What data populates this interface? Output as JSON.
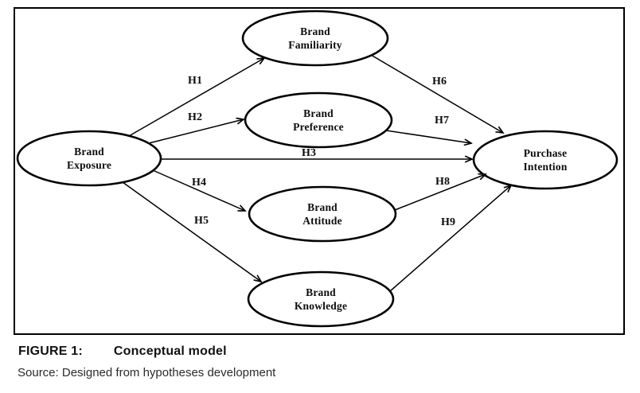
{
  "diagram": {
    "nodes": {
      "brand_exposure": {
        "line1": "Brand",
        "line2": "Exposure"
      },
      "brand_familiarity": {
        "line1": "Brand",
        "line2": "Familiarity"
      },
      "brand_preference": {
        "line1": "Brand",
        "line2": "Preference"
      },
      "brand_attitude": {
        "line1": "Brand",
        "line2": "Attitude"
      },
      "brand_knowledge": {
        "line1": "Brand",
        "line2": "Knowledge"
      },
      "purchase_intention": {
        "line1": "Purchase",
        "line2": "Intention"
      }
    },
    "hypotheses": {
      "h1": "H1",
      "h2": "H2",
      "h3": "H3",
      "h4": "H4",
      "h5": "H5",
      "h6": "H6",
      "h7": "H7",
      "h8": "H8",
      "h9": "H9"
    },
    "edges": [
      {
        "id": "H1",
        "from": "brand_exposure",
        "to": "brand_familiarity"
      },
      {
        "id": "H2",
        "from": "brand_exposure",
        "to": "brand_preference"
      },
      {
        "id": "H3",
        "from": "brand_exposure",
        "to": "purchase_intention"
      },
      {
        "id": "H4",
        "from": "brand_exposure",
        "to": "brand_attitude"
      },
      {
        "id": "H5",
        "from": "brand_exposure",
        "to": "brand_knowledge"
      },
      {
        "id": "H6",
        "from": "brand_familiarity",
        "to": "purchase_intention"
      },
      {
        "id": "H7",
        "from": "brand_preference",
        "to": "purchase_intention"
      },
      {
        "id": "H8",
        "from": "brand_attitude",
        "to": "purchase_intention"
      },
      {
        "id": "H9",
        "from": "brand_knowledge",
        "to": "purchase_intention"
      }
    ]
  },
  "caption": {
    "label": "FIGURE 1:",
    "title": "Conceptual model"
  },
  "source_line": "Source: Designed from hypotheses development",
  "colors": {
    "stroke": "#000000",
    "background": "#ffffff"
  }
}
